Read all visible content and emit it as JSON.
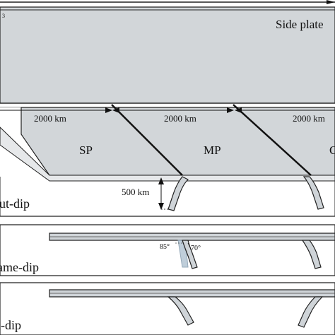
{
  "labels": {
    "corner_mark": "3",
    "side_plate": "Side plate",
    "dist_1": "2000 km",
    "dist_2": "2000 km",
    "dist_3": "2000 km",
    "plate_sp": "SP",
    "plate_mp": "MP",
    "plate_partial": "C",
    "depth": "500 km",
    "angle_85": "85°",
    "angle_70": "70°"
  },
  "panels": {
    "out_dip": "Out-dip",
    "same_dip": "Same-dip",
    "in_dip": "In-dip"
  },
  "colors": {
    "plate_fill": "#d2d6d9",
    "slab_fill": "#cfd4d8",
    "ghost_slab": "#b9c9d6",
    "line": "#222222"
  }
}
